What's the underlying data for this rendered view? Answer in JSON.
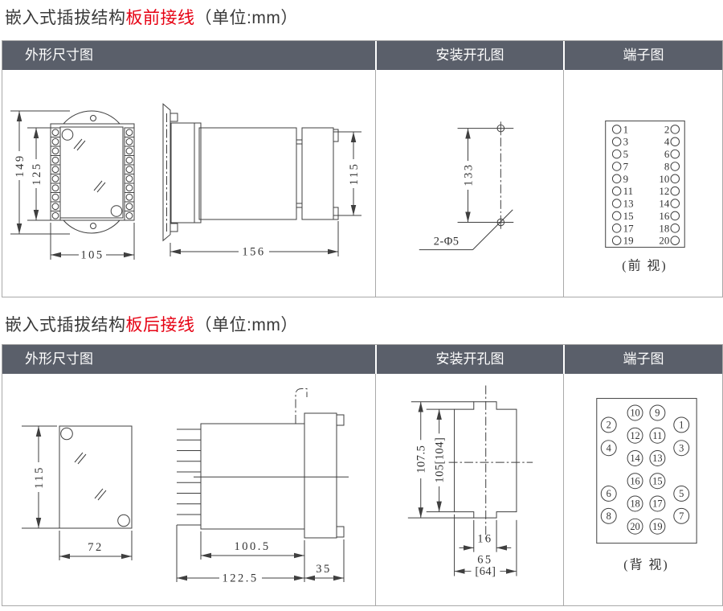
{
  "colors": {
    "accent_red": "#e60012",
    "header_bg": "#5a5f6a",
    "header_text": "#ffffff",
    "drawing_line": "#3f3f3f",
    "title_text": "#3a3a3a",
    "table_border": "#a9a9a9"
  },
  "sections": [
    {
      "title": {
        "prefix": "嵌入式插拔结构",
        "highlight": "板前接线",
        "suffix": "（单位:mm）"
      },
      "columns": [
        "外形尺寸图",
        "安装开孔图",
        "端子图"
      ],
      "outline": {
        "front_height": "149",
        "front_inner_height": "125",
        "front_width": "105",
        "side_length": "156",
        "side_height": "115"
      },
      "mounting": {
        "hole_spacing": "133",
        "holes_label": "2-Φ5"
      },
      "terminal": {
        "caption": "(前 视)",
        "rows": [
          [
            "1",
            "2"
          ],
          [
            "3",
            "4"
          ],
          [
            "5",
            "6"
          ],
          [
            "7",
            "8"
          ],
          [
            "9",
            "10"
          ],
          [
            "11",
            "12"
          ],
          [
            "13",
            "14"
          ],
          [
            "15",
            "16"
          ],
          [
            "17",
            "18"
          ],
          [
            "19",
            "20"
          ]
        ]
      }
    },
    {
      "title": {
        "prefix": "嵌入式插拔结构",
        "highlight": "板后接线",
        "suffix": "（单位:mm）"
      },
      "columns": [
        "外形尺寸图",
        "安装开孔图",
        "端子图"
      ],
      "outline": {
        "front_height": "115",
        "front_width": "72",
        "body_length": "100.5",
        "total_length": "122.5",
        "flange_depth": "35"
      },
      "mounting": {
        "cutout_height_overall": "107.5",
        "cutout_height": "105[104]",
        "notch_width": "16",
        "cutout_width": "65",
        "cutout_width_alt": "[64]"
      },
      "terminal": {
        "caption": "(背 视)",
        "center_rows": [
          [
            "10",
            "9"
          ],
          [
            "12",
            "11"
          ],
          [
            "14",
            "13"
          ],
          [
            "16",
            "15"
          ],
          [
            "18",
            "17"
          ],
          [
            "20",
            "19"
          ]
        ],
        "left_outer": [
          "2",
          "4",
          "6",
          "8"
        ],
        "right_outer": [
          "1",
          "3",
          "5",
          "7"
        ]
      }
    }
  ]
}
